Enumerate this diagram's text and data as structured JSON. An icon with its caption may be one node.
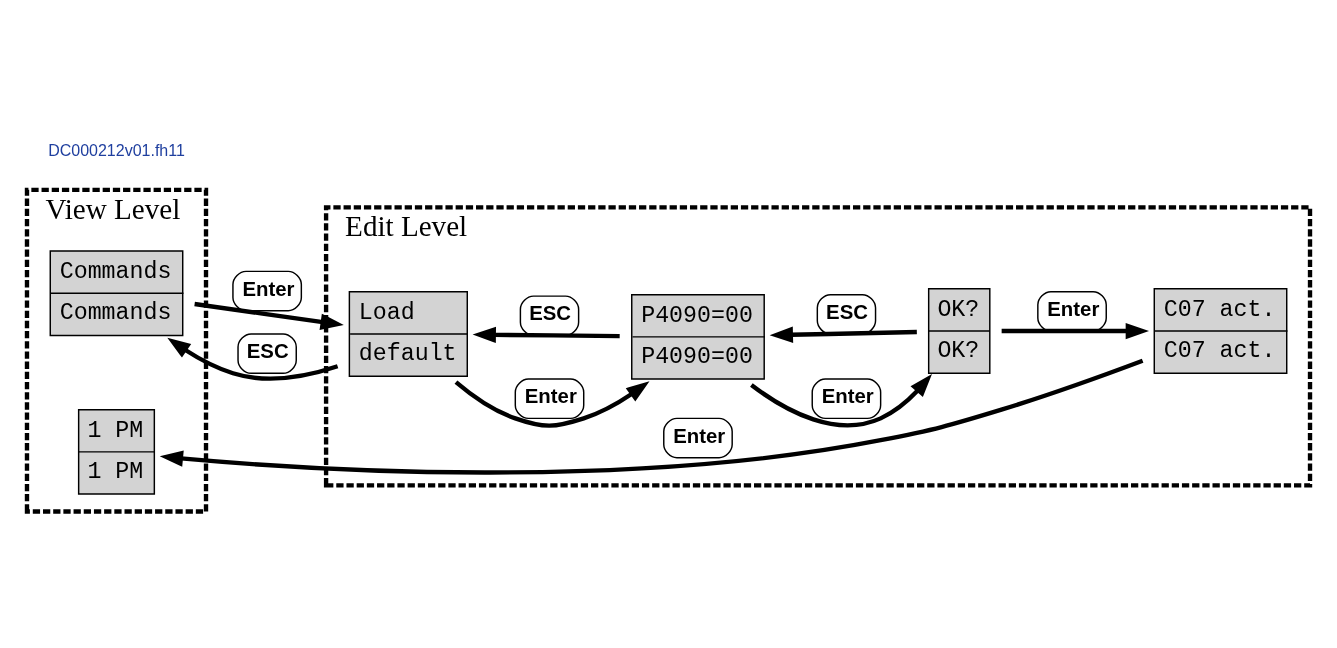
{
  "diagram": {
    "nodes": [
      {
        "text": [
          "View Level"
        ]
      },
      {
        "text": [
          "Commands",
          "Commands"
        ],
        "in": 0
      },
      {
        "text": [
          "1 PM",
          "1 PM"
        ],
        "in": 0
      },
      {
        "text": [
          "Edit Level"
        ]
      },
      {
        "text": [
          "Load",
          "default"
        ],
        "in": 3
      },
      {
        "text": [
          "P4090=00",
          "P4090=00"
        ],
        "in": 3
      },
      {
        "text": [
          "OK?",
          "OK?"
        ],
        "in": 3
      },
      {
        "text": [
          "C07 act.",
          "C07 act."
        ],
        "in": 3
      }
    ],
    "edges": [
      {
        "from": 1,
        "to": 4,
        "arrow": "to",
        "label": "Enter"
      },
      {
        "from": 4,
        "to": 1,
        "arrow": "to",
        "label": "ESC"
      },
      {
        "from": 4,
        "to": 5,
        "arrow": "to",
        "label": "Enter"
      },
      {
        "from": 5,
        "to": 4,
        "arrow": "to",
        "label": "ESC"
      },
      {
        "from": 5,
        "to": 6,
        "arrow": "to",
        "label": "Enter"
      },
      {
        "from": 6,
        "to": 5,
        "arrow": "to",
        "label": "ESC"
      },
      {
        "from": 6,
        "to": 7,
        "arrow": "to",
        "label": "Enter"
      },
      {
        "from": 7,
        "to": 2,
        "arrow": "to",
        "label": "Enter"
      }
    ],
    "labels": [
      "DC000212v01.fh11"
    ]
  }
}
